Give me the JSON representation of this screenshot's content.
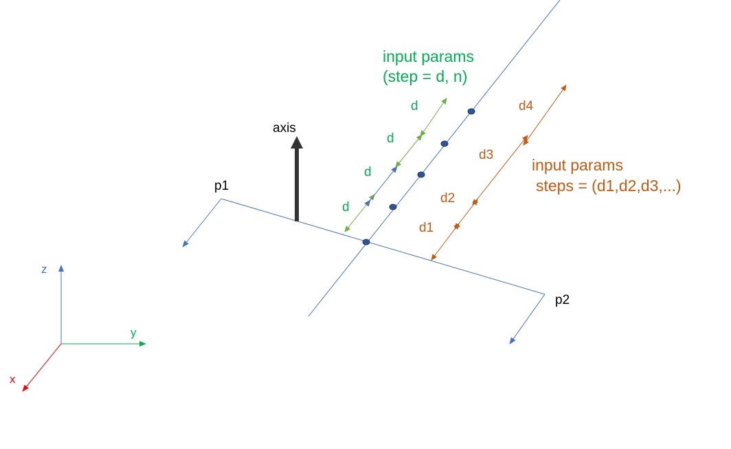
{
  "colors": {
    "line_blue": "#4472C4",
    "green": "#00B050",
    "green_arrow": "#70AD47",
    "orange": "#C55A11",
    "axis_arrow": "#333333",
    "point_fill": "#2E5597",
    "point_stroke": "#1F3864",
    "axis_x": "#FF0000",
    "axis_y": "#00B050",
    "axis_z": "#4472C4"
  },
  "labels": {
    "p1": "p1",
    "p2": "p2",
    "axis": "axis",
    "input_params_green_line1": "input params",
    "input_params_green_line2": "(step = d, n)",
    "d": "d",
    "d1": "d1",
    "d2": "d2",
    "d3": "d3",
    "d4": "d4",
    "input_params_orange_line1": "input params",
    "input_params_orange_line2": "steps = (d1,d2,d3,...)",
    "coord_x": "x",
    "coord_y": "y",
    "coord_z": "z"
  }
}
